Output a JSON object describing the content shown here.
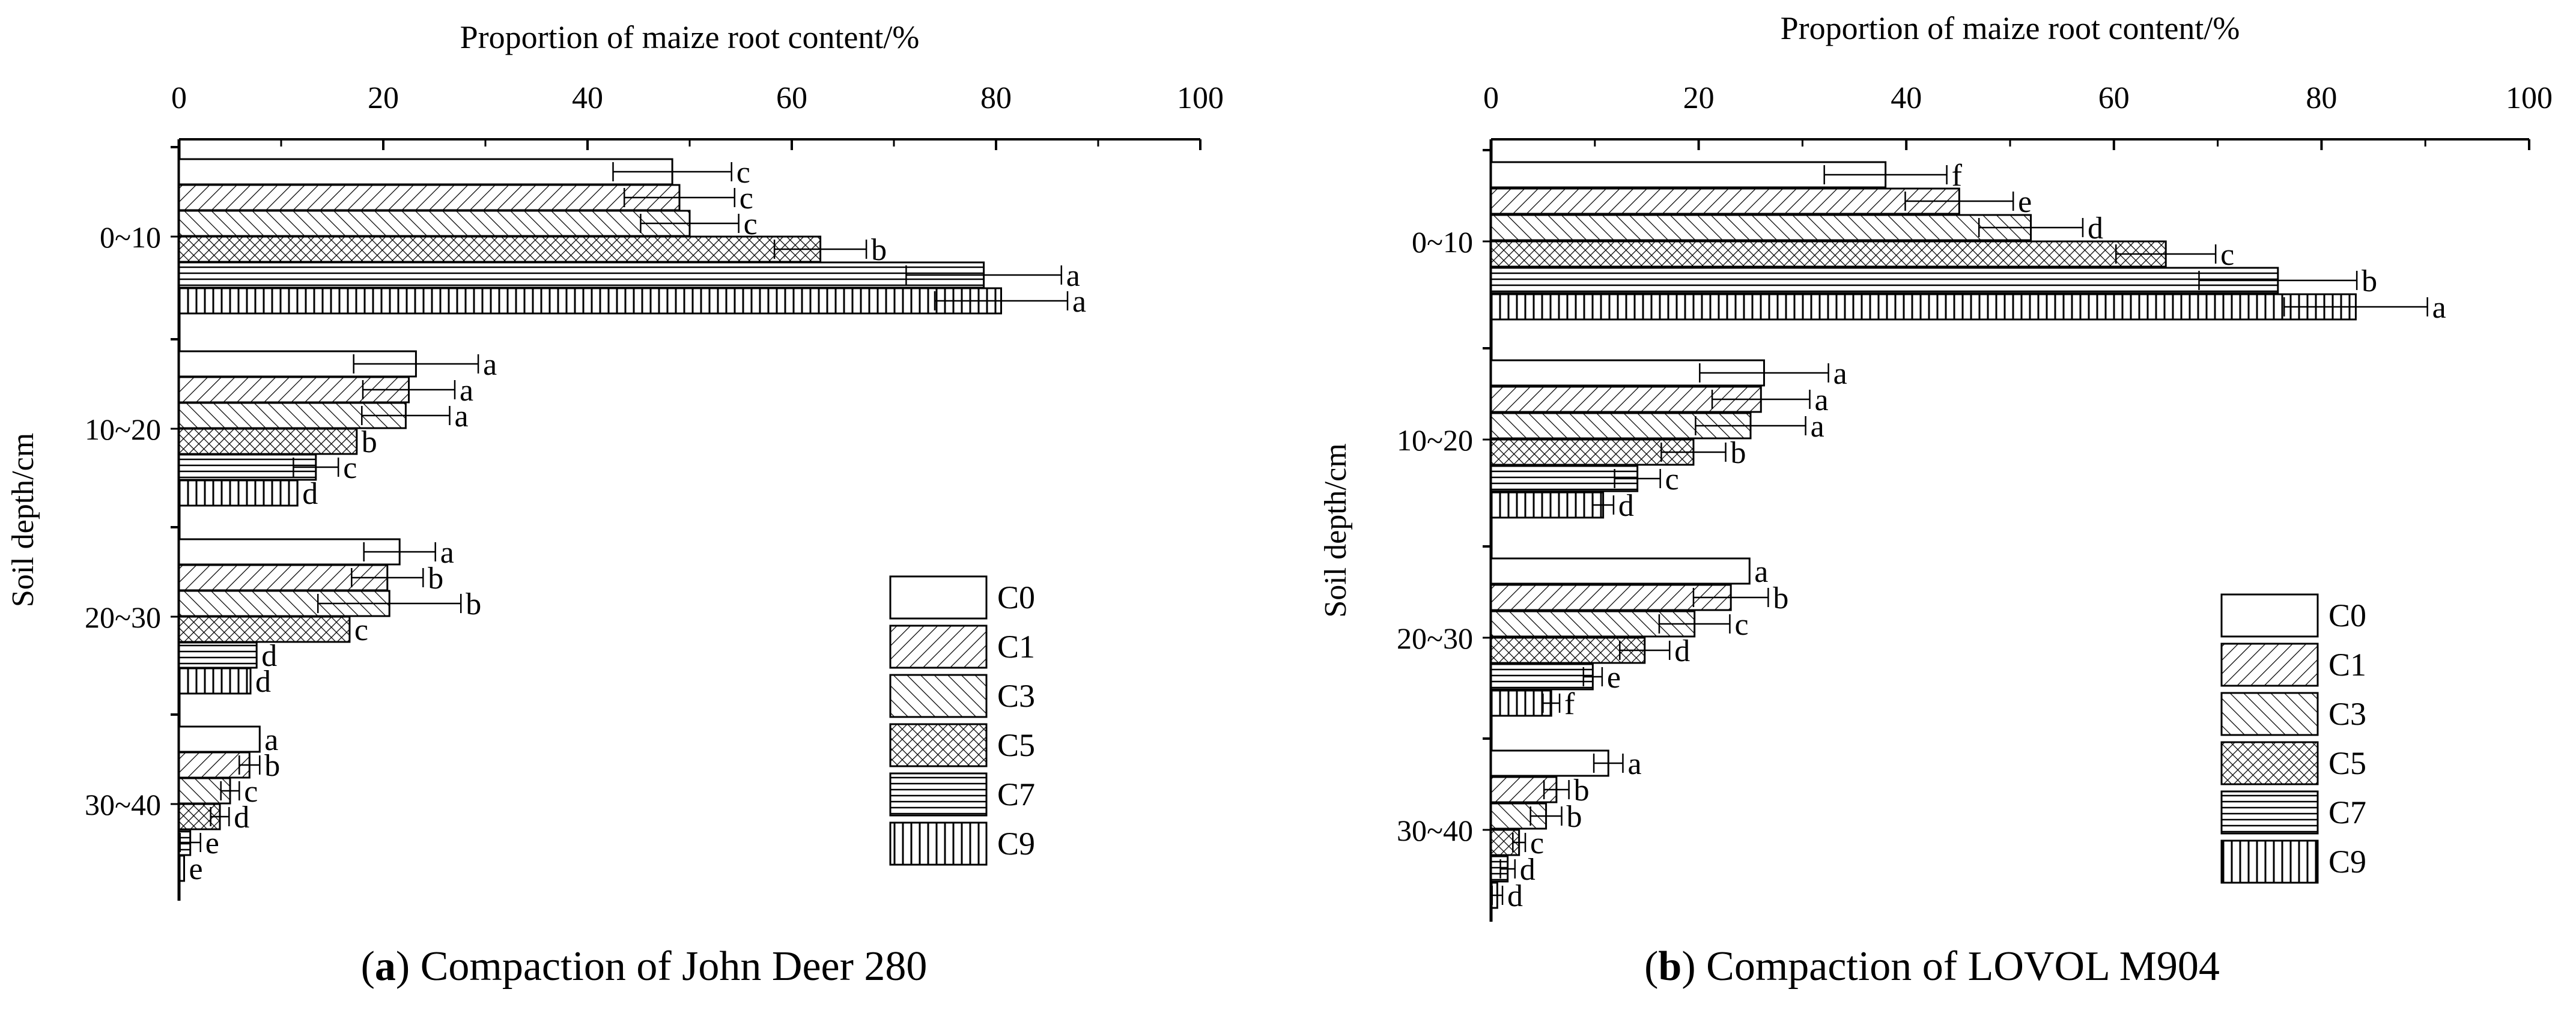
{
  "captions": [
    {
      "label": "a",
      "text": "Compaction of John Deer 280"
    },
    {
      "label": "b",
      "text": "Compaction of LOVOL M904"
    }
  ],
  "chart_data": [
    {
      "type": "bar",
      "orientation": "horizontal",
      "title": "",
      "xlabel": "Proportion of maize root content/%",
      "ylabel": "Soil depth/cm",
      "xlim": [
        0,
        100
      ],
      "xticks": [
        0,
        20,
        40,
        60,
        80,
        100
      ],
      "categories": [
        "0~10",
        "10~20",
        "20~30",
        "30~40"
      ],
      "legend_position": "bottom-right",
      "grid": false,
      "series": [
        {
          "name": "C0",
          "pattern": "blank",
          "values": [
            48.3,
            23.2,
            21.6,
            7.9
          ],
          "errors": [
            5.8,
            6.1,
            3.5,
            0
          ],
          "letters": [
            "c",
            "a",
            "a",
            "a"
          ]
        },
        {
          "name": "C1",
          "pattern": "diag-right",
          "values": [
            49.0,
            22.5,
            20.4,
            6.9
          ],
          "errors": [
            5.4,
            4.5,
            3.5,
            1.0
          ],
          "letters": [
            "c",
            "a",
            "b",
            "b"
          ]
        },
        {
          "name": "C3",
          "pattern": "diag-left",
          "values": [
            50.0,
            22.2,
            20.6,
            5.0
          ],
          "errors": [
            4.8,
            4.3,
            7.0,
            0.9
          ],
          "letters": [
            "c",
            "a",
            "b",
            "c"
          ]
        },
        {
          "name": "C5",
          "pattern": "crosshatch",
          "values": [
            62.8,
            17.4,
            16.7,
            4.0
          ],
          "errors": [
            4.5,
            0,
            0,
            0.9
          ],
          "letters": [
            "b",
            "b",
            "c",
            "d"
          ]
        },
        {
          "name": "C7",
          "pattern": "horizontal",
          "values": [
            78.8,
            13.4,
            7.6,
            1.1
          ],
          "errors": [
            7.6,
            2.2,
            0,
            1.0
          ],
          "letters": [
            "a",
            "c",
            "d",
            "e"
          ]
        },
        {
          "name": "C9",
          "pattern": "vertical",
          "values": [
            80.5,
            11.6,
            7.0,
            0.5
          ],
          "errors": [
            6.5,
            0,
            0,
            0
          ],
          "letters": [
            "a",
            "d",
            "d",
            "e"
          ]
        }
      ]
    },
    {
      "type": "bar",
      "orientation": "horizontal",
      "title": "",
      "xlabel": "Proportion of maize root content/%",
      "ylabel": "Soil depth/cm",
      "xlim": [
        0,
        100
      ],
      "xticks": [
        0,
        20,
        40,
        60,
        80,
        100
      ],
      "categories": [
        "0~10",
        "10~20",
        "20~30",
        "30~40"
      ],
      "legend_position": "bottom-right",
      "grid": false,
      "series": [
        {
          "name": "C0",
          "pattern": "blank",
          "values": [
            38.0,
            26.3,
            24.9,
            11.3
          ],
          "errors": [
            5.9,
            6.2,
            0,
            1.4
          ],
          "letters": [
            "f",
            "a",
            "a",
            "a"
          ]
        },
        {
          "name": "C1",
          "pattern": "diag-right",
          "values": [
            45.1,
            26.0,
            23.1,
            6.3
          ],
          "errors": [
            5.2,
            4.7,
            3.6,
            1.2
          ],
          "letters": [
            "e",
            "a",
            "b",
            "b"
          ]
        },
        {
          "name": "C3",
          "pattern": "diag-left",
          "values": [
            52.0,
            25.0,
            19.6,
            5.3
          ],
          "errors": [
            5.0,
            5.3,
            3.4,
            1.5
          ],
          "letters": [
            "d",
            "a",
            "c",
            "b"
          ]
        },
        {
          "name": "C5",
          "pattern": "crosshatch",
          "values": [
            65.0,
            19.5,
            14.8,
            2.7
          ],
          "errors": [
            4.8,
            3.1,
            2.4,
            0.6
          ],
          "letters": [
            "c",
            "b",
            "d",
            "c"
          ]
        },
        {
          "name": "C7",
          "pattern": "horizontal",
          "values": [
            75.8,
            14.1,
            9.8,
            1.6
          ],
          "errors": [
            7.6,
            2.2,
            0.9,
            0.7
          ],
          "letters": [
            "b",
            "c",
            "e",
            "d"
          ]
        },
        {
          "name": "C9",
          "pattern": "vertical",
          "values": [
            83.3,
            10.8,
            5.8,
            0.6
          ],
          "errors": [
            6.9,
            1.0,
            0.8,
            0.5
          ],
          "letters": [
            "a",
            "d",
            "f",
            "d"
          ]
        }
      ]
    }
  ]
}
